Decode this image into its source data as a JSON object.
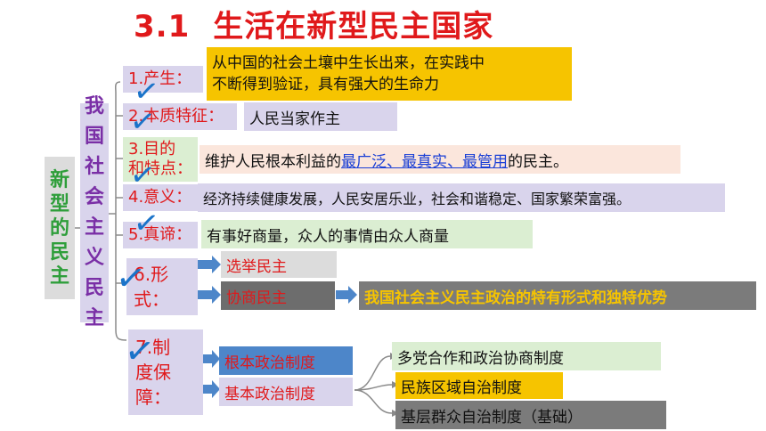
{
  "title": {
    "number": "3.1",
    "text": "生活在新型民主国家"
  },
  "root": {
    "text": "新型的民主"
  },
  "branch": {
    "text": "我国社会主义民主"
  },
  "items": {
    "origin": {
      "label": "1.产生：",
      "content_line1": "从中国的社会土壤中生长出来，在实践中",
      "content_line2": "不断得到验证，具有强大的生命力"
    },
    "essence": {
      "label": "2.本质特征：",
      "content": "人民当家作主"
    },
    "purpose": {
      "label_line1": "3.目的",
      "label_line2": "和特点：",
      "content_pre": "维护人民根本利益的",
      "content_emph": "最广泛、最真实、最管用",
      "content_post": "的民主。"
    },
    "meaning": {
      "label": "4.意义：",
      "content": "经济持续健康发展，人民安居乐业，社会和谐稳定、国家繁荣富强。"
    },
    "essence_true": {
      "label": "5.真谛：",
      "content": "有事好商量，众人的事情由众人商量"
    },
    "forms": {
      "label_line1": "6.形",
      "label_line2": "式：",
      "form1": "选举民主",
      "form2": "协商民主",
      "form2_desc": "我国社会主义民主政治的特有形式和独特优势"
    },
    "guarantee": {
      "label_line1": "7.制",
      "label_line2": "度保",
      "label_line3": "障：",
      "fundamental": "根本政治制度",
      "basic": "基本政治制度",
      "basic_items": [
        "多党合作和政治协商制度",
        "民族区域自治制度",
        "基层群众自治制度（基础）"
      ]
    }
  },
  "colors": {
    "red": "#e0191b",
    "green": "#2e9e3a",
    "purple_text": "#7a2fa6",
    "yellow": "#f6c400",
    "lavender": "#d9d4ec",
    "light_green": "#dbeed2",
    "peach": "#fbe6dc",
    "blue": "#4d86c9",
    "gray": "#7b7b7b",
    "check": "#1a73c9"
  }
}
